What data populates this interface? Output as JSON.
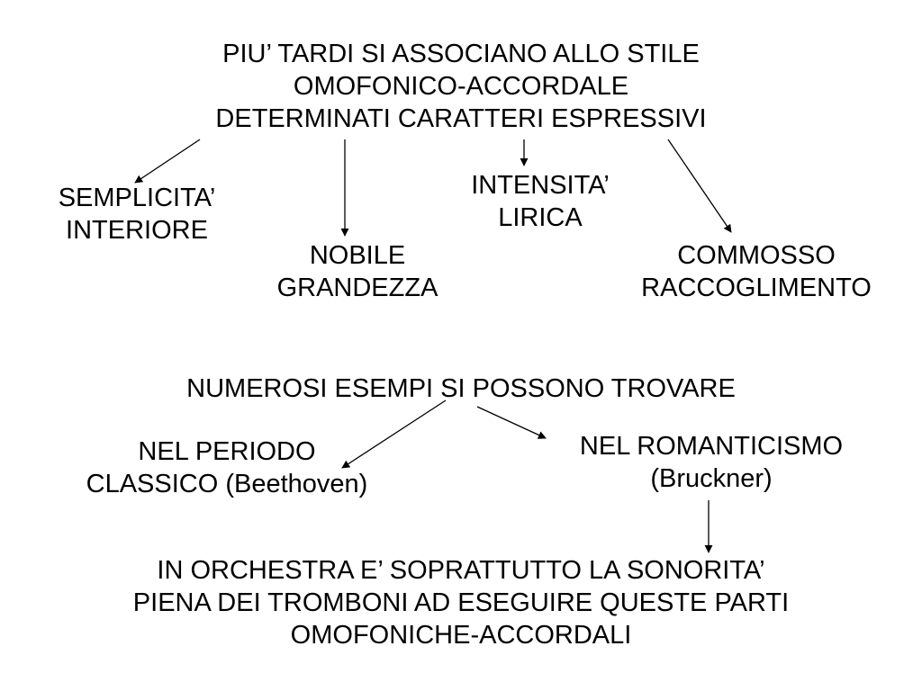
{
  "header": {
    "lines": [
      "PIU’ TARDI SI ASSOCIANO ALLO STILE",
      "OMOFONICO-ACCORDALE",
      "DETERMINATI CARATTERI ESPRESSIVI"
    ]
  },
  "characters": {
    "semplicita": [
      "SEMPLICITA’",
      "INTERIORE"
    ],
    "intensita": [
      "INTENSITA’",
      "LIRICA"
    ],
    "nobile": [
      "NOBILE",
      "GRANDEZZA"
    ],
    "commosso": [
      "COMMOSSO",
      "RACCOGLIMENTO"
    ]
  },
  "examples": {
    "heading": "NUMEROSI ESEMPI SI POSSONO TROVARE",
    "classico": [
      "NEL PERIODO",
      "CLASSICO (Beethoven)"
    ],
    "romanticismo": [
      "NEL ROMANTICISMO",
      "(Bruckner)"
    ]
  },
  "orchestra": {
    "lines": [
      "IN ORCHESTRA E’ SOPRATTUTTO LA SONORITA’",
      "PIENA DEI TROMBONI AD ESEGUIRE QUESTE PARTI",
      "OMOFONICHE-ACCORDALI"
    ]
  },
  "colors": {
    "text": "#000000",
    "background": "#ffffff",
    "arrow": "#000000"
  }
}
